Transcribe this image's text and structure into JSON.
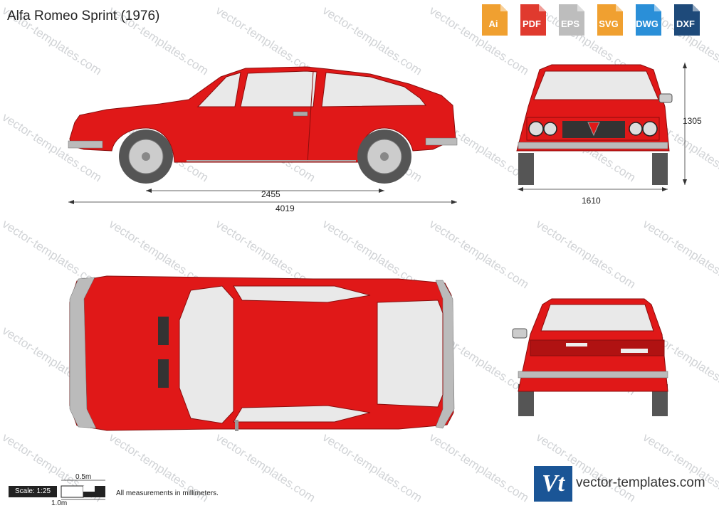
{
  "title": "Alfa Romeo Sprint (1976)",
  "formats": [
    {
      "label": "Ai",
      "color": "#f0a030"
    },
    {
      "label": "PDF",
      "color": "#e03a2e"
    },
    {
      "label": "EPS",
      "color": "#bdbdbd"
    },
    {
      "label": "SVG",
      "color": "#f0a030"
    },
    {
      "label": "DWG",
      "color": "#2a8fd8"
    },
    {
      "label": "DXF",
      "color": "#1e4a7a"
    }
  ],
  "watermark": "vector-templates.com",
  "dimensions": {
    "wheelbase": "2455",
    "length": "4019",
    "height": "1305",
    "width": "1610"
  },
  "scale": {
    "label": "Scale: 1:25",
    "half": "0.5m",
    "full": "1.0m"
  },
  "note": "All measurements in millimeters.",
  "brand": {
    "logo": "Vt",
    "name": "vector-templates.com",
    "color": "#1a5596"
  },
  "colors": {
    "body": "#e01818",
    "glass": "#e9e9e9",
    "tire": "#555555"
  }
}
